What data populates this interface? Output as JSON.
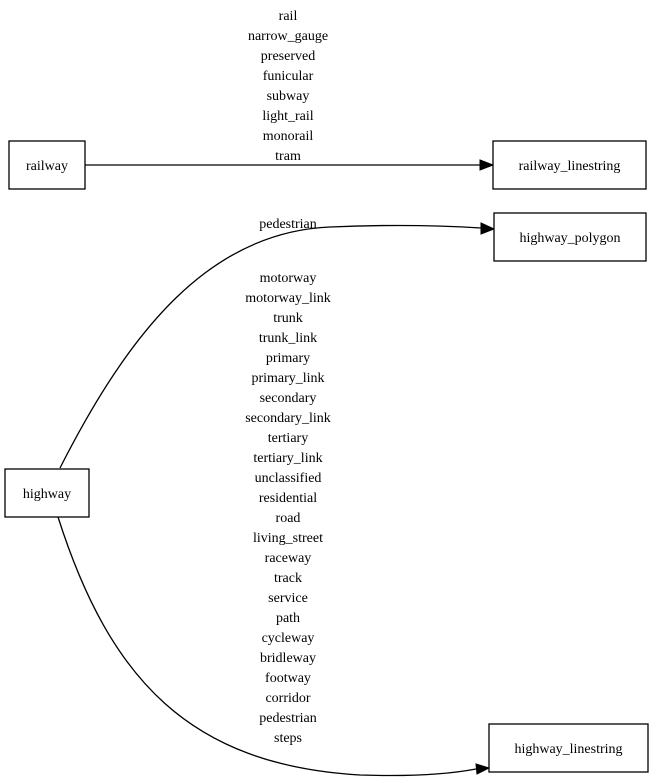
{
  "nodes": {
    "railway": "railway",
    "railway_linestring": "railway_linestring",
    "highway": "highway",
    "highway_polygon": "highway_polygon",
    "highway_linestring": "highway_linestring"
  },
  "edges": {
    "railway_to_linestring": [
      "rail",
      "narrow_gauge",
      "preserved",
      "funicular",
      "subway",
      "light_rail",
      "monorail",
      "tram"
    ],
    "highway_to_polygon": [
      "pedestrian"
    ],
    "highway_to_linestring": [
      "motorway",
      "motorway_link",
      "trunk",
      "trunk_link",
      "primary",
      "primary_link",
      "secondary",
      "secondary_link",
      "tertiary",
      "tertiary_link",
      "unclassified",
      "residential",
      "road",
      "living_street",
      "raceway",
      "track",
      "service",
      "path",
      "cycleway",
      "bridleway",
      "footway",
      "corridor",
      "pedestrian",
      "steps"
    ]
  }
}
